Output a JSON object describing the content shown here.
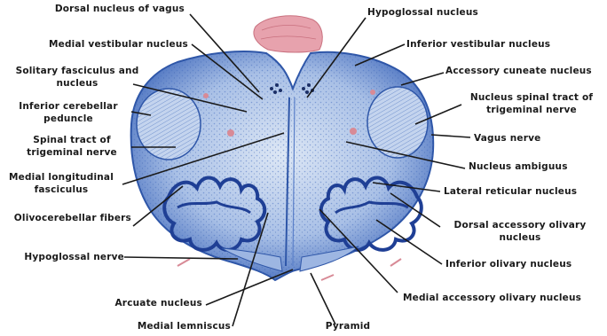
{
  "labels": {
    "dorsal_nucleus_vagus": "Dorsal nucleus of vagus",
    "medial_vestibular": "Medial vestibular nucleus",
    "solitary_1": "Solitary fasciculus and",
    "solitary_2": "nucleus",
    "inf_cerebellar_1": "Inferior cerebellar",
    "inf_cerebellar_2": "peduncle",
    "spinal_tract_1": "Spinal tract of",
    "spinal_tract_2": "trigeminal nerve",
    "mlf_1": "Medial longitudinal",
    "mlf_2": "fasciculus",
    "olivocerebellar": "Olivocerebellar fibers",
    "hypoglossal_nerve": "Hypoglossal nerve",
    "arcuate": "Arcuate nucleus",
    "medial_lemniscus": "Medial lemniscus",
    "pyramid": "Pyramid",
    "hypoglossal_nucleus": "Hypoglossal nucleus",
    "inf_vestibular": "Inferior vestibular nucleus",
    "accessory_cuneate": "Accessory cuneate nucleus",
    "nucleus_spinal_1": "Nucleus spinal tract of",
    "nucleus_spinal_2": "trigeminal nerve",
    "vagus_nerve": "Vagus nerve",
    "nucleus_ambiguus": "Nucleus ambiguus",
    "lateral_reticular": "Lateral reticular nucleus",
    "dorsal_accessory_1": "Dorsal accessory olivary",
    "dorsal_accessory_2": "nucleus",
    "inferior_olivary": "Inferior olivary nucleus",
    "medial_accessory": "Medial accessory olivary nucleus"
  },
  "colors": {
    "tissue_blue": "#3a64b8",
    "tissue_light": "#b9cbe9",
    "tissue_pale": "#dfe8f6",
    "pink": "#e39aa5",
    "leader": "#1a1a1a"
  }
}
